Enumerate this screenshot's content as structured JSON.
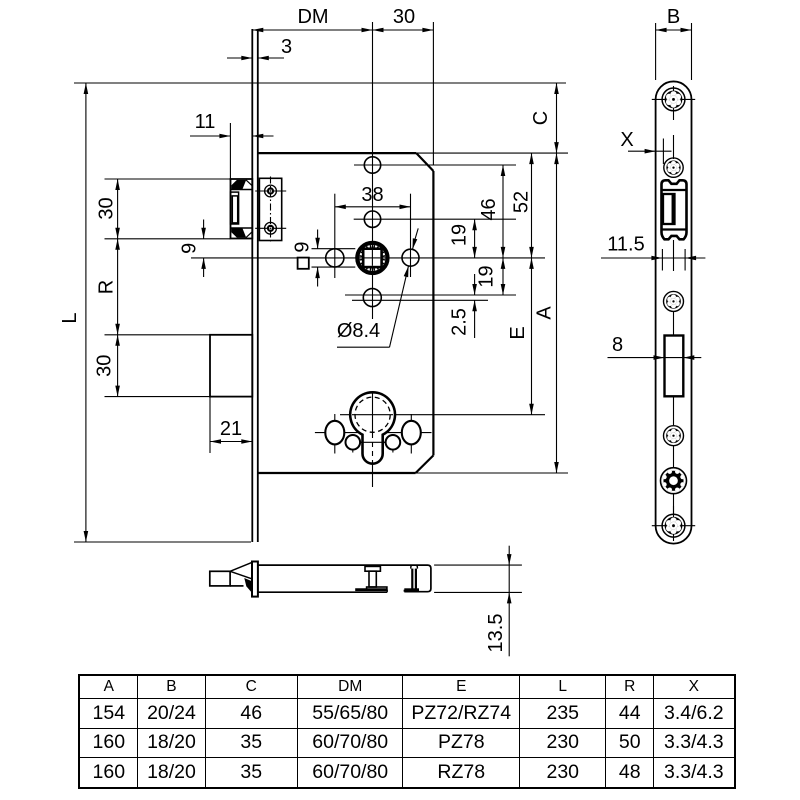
{
  "drawing": {
    "type": "technical-drawing",
    "subject": "mortise-lock",
    "colors": {
      "line": "#000000",
      "background": "#ffffff"
    }
  },
  "dims": {
    "top_dm": "DM",
    "top_30": "30",
    "top_3": "3",
    "top_11": "11",
    "left_l": "L",
    "left_30a": "30",
    "left_9": "9",
    "left_r": "R",
    "left_30b": "30",
    "left_21": "21",
    "mid_38": "38",
    "mid_9": "9",
    "mid_dia": "Ø8.4",
    "right_19a": "19",
    "right_46": "46",
    "right_19b": "19",
    "right_25": "2.5",
    "right_52": "52",
    "right_e": "E",
    "right_c": "C",
    "right_a": "A",
    "bottom_135": "13.5",
    "plate_b": "B",
    "plate_x": "X",
    "plate_115": "11.5",
    "plate_8": "8"
  },
  "table": {
    "headers": [
      "A",
      "B",
      "C",
      "DM",
      "E",
      "L",
      "R",
      "X"
    ],
    "rows": [
      [
        "154",
        "20/24",
        "46",
        "55/65/80",
        "PZ72/RZ74",
        "235",
        "44",
        "3.4/6.2"
      ],
      [
        "160",
        "18/20",
        "35",
        "60/70/80",
        "PZ78",
        "230",
        "50",
        "3.3/4.3"
      ],
      [
        "160",
        "18/20",
        "35",
        "60/70/80",
        "RZ78",
        "230",
        "48",
        "3.3/4.3"
      ]
    ]
  }
}
